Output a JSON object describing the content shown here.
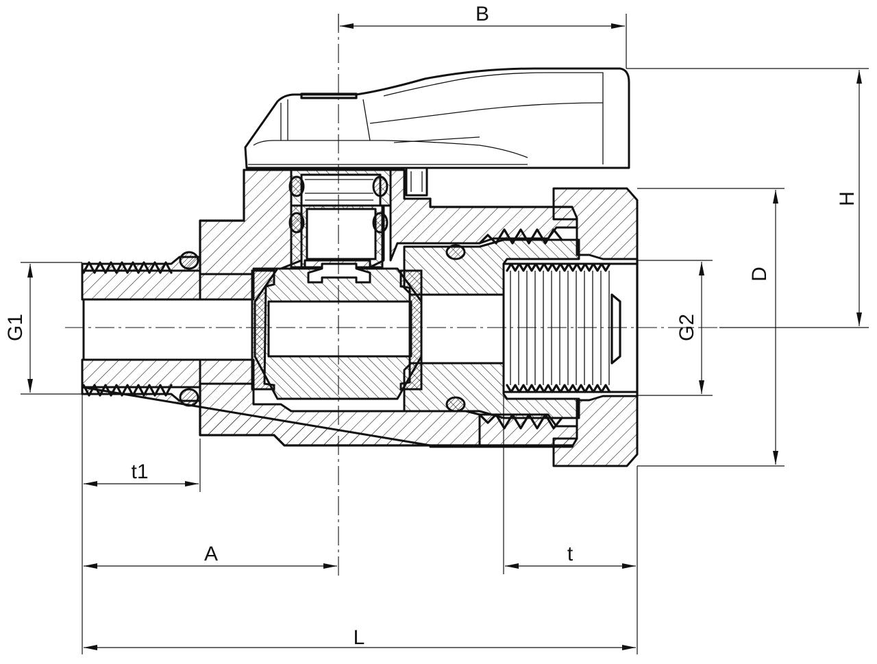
{
  "labels": {
    "B": "B",
    "H": "H",
    "D": "D",
    "G1": "G1",
    "G2": "G2",
    "t1": "t1",
    "A": "A",
    "t": "t",
    "L": "L"
  },
  "colors": {
    "line": "#111111",
    "background": "#ffffff"
  }
}
